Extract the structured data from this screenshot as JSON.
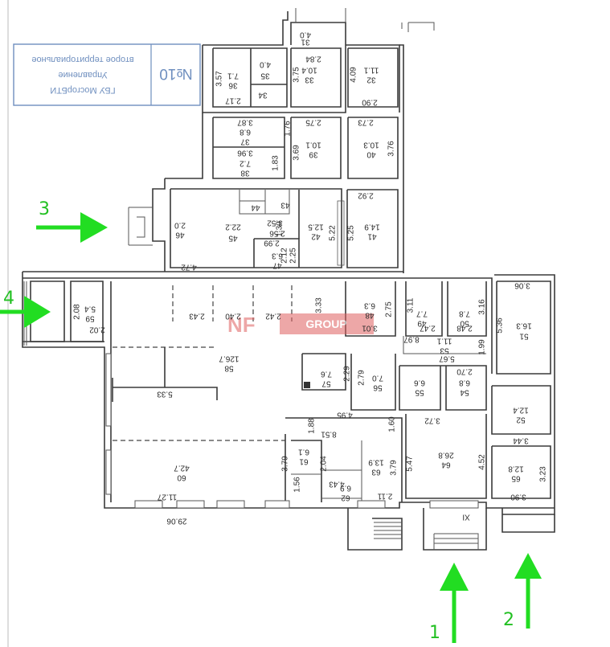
{
  "stamp": {
    "line1": "ГБУ МосгорБТИ",
    "line2": "Управление",
    "line3": "второе территориальное",
    "number": "№10"
  },
  "watermark": {
    "brand": "NF",
    "suffix": "GROUP"
  },
  "entrances": [
    "1",
    "2",
    "3",
    "4"
  ],
  "colors": {
    "arrow": "#22dd22",
    "stamp": "#6f8fbf",
    "watermark": "#e06060",
    "wall": "#3a3a3a"
  },
  "labels": [
    {
      "t": "4.0",
      "r": 180
    },
    {
      "t": "31",
      "r": 180
    },
    {
      "t": "2.84",
      "r": 180
    },
    {
      "t": "10.4",
      "r": 180
    },
    {
      "t": "33",
      "r": 180
    },
    {
      "t": "3.75",
      "r": 270
    },
    {
      "t": "4.09",
      "r": 270
    },
    {
      "t": "11.1",
      "r": 180
    },
    {
      "t": "32",
      "r": 180
    },
    {
      "t": "2.90",
      "r": 180
    },
    {
      "t": "3.57",
      "r": 270
    },
    {
      "t": "7.1",
      "r": 180
    },
    {
      "t": "36",
      "r": 180
    },
    {
      "t": "4.0",
      "r": 180
    },
    {
      "t": "35",
      "r": 180
    },
    {
      "t": "34",
      "r": 180
    },
    {
      "t": "2.17",
      "r": 180
    },
    {
      "t": "3.87",
      "r": 180
    },
    {
      "t": "6.8",
      "r": 180
    },
    {
      "t": "37",
      "r": 180
    },
    {
      "t": "1.76",
      "r": 270
    },
    {
      "t": "2.75",
      "r": 180
    },
    {
      "t": "3.69",
      "r": 270
    },
    {
      "t": "10.1",
      "r": 180
    },
    {
      "t": "39",
      "r": 180
    },
    {
      "t": "2.73",
      "r": 180
    },
    {
      "t": "10.3",
      "r": 180
    },
    {
      "t": "40",
      "r": 180
    },
    {
      "t": "3.76",
      "r": 270
    },
    {
      "t": "3.96",
      "r": 180
    },
    {
      "t": "7.2",
      "r": 180
    },
    {
      "t": "38",
      "r": 180
    },
    {
      "t": "1.83",
      "r": 270
    },
    {
      "t": "43",
      "r": 180
    },
    {
      "t": "44",
      "r": 180
    },
    {
      "t": "3.52",
      "r": 180
    },
    {
      "t": "1.30",
      "r": 270
    },
    {
      "t": "2.0",
      "r": 180
    },
    {
      "t": "46",
      "r": 180
    },
    {
      "t": "22.2",
      "r": 180
    },
    {
      "t": "45",
      "r": 180
    },
    {
      "t": "2.56",
      "r": 180
    },
    {
      "t": "12.5",
      "r": 180
    },
    {
      "t": "42",
      "r": 180
    },
    {
      "t": "5.22",
      "r": 270
    },
    {
      "t": "2.92",
      "r": 180
    },
    {
      "t": "14.9",
      "r": 180
    },
    {
      "t": "41",
      "r": 180
    },
    {
      "t": "5.25",
      "r": 270
    },
    {
      "t": "2.99",
      "r": 180
    },
    {
      "t": "2.12",
      "r": 270
    },
    {
      "t": "2.25",
      "r": 270
    },
    {
      "t": "6.3",
      "r": 180
    },
    {
      "t": "47",
      "r": 180
    },
    {
      "t": "4.72",
      "r": 180
    },
    {
      "t": "3.06",
      "r": 180
    },
    {
      "t": "5.36",
      "r": 270
    },
    {
      "t": "16.3",
      "r": 180
    },
    {
      "t": "51",
      "r": 180
    },
    {
      "t": "2.08",
      "r": 270
    },
    {
      "t": "5.4",
      "r": 180
    },
    {
      "t": "59",
      "r": 180
    },
    {
      "t": "2.02",
      "r": 180
    },
    {
      "t": "2.43",
      "r": 180
    },
    {
      "t": "2.40",
      "r": 180
    },
    {
      "t": "2.42",
      "r": 180
    },
    {
      "t": "3.33",
      "r": 270
    },
    {
      "t": "6.3",
      "r": 180
    },
    {
      "t": "48",
      "r": 180
    },
    {
      "t": "2.75",
      "r": 270
    },
    {
      "t": "3.01",
      "r": 180
    },
    {
      "t": "3.11",
      "r": 270
    },
    {
      "t": "7.7",
      "r": 180
    },
    {
      "t": "49",
      "r": 180
    },
    {
      "t": "7.8",
      "r": 180
    },
    {
      "t": "50",
      "r": 180
    },
    {
      "t": "3.16",
      "r": 270
    },
    {
      "t": "2.47",
      "r": 180
    },
    {
      "t": "2.48",
      "r": 180
    },
    {
      "t": "8.97",
      "r": 180
    },
    {
      "t": "11.1",
      "r": 180
    },
    {
      "t": "53",
      "r": 180
    },
    {
      "t": "1.99",
      "r": 270
    },
    {
      "t": "5.67",
      "r": 180
    },
    {
      "t": "126.7",
      "r": 180
    },
    {
      "t": "58",
      "r": 180
    },
    {
      "t": "7.6",
      "r": 180
    },
    {
      "t": "57",
      "r": 180
    },
    {
      "t": "2.29",
      "r": 270
    },
    {
      "t": "2.79",
      "r": 270
    },
    {
      "t": "7.0",
      "r": 180
    },
    {
      "t": "56",
      "r": 180
    },
    {
      "t": "6.6",
      "r": 180
    },
    {
      "t": "55",
      "r": 180
    },
    {
      "t": "2.70",
      "r": 180
    },
    {
      "t": "6.8",
      "r": 180
    },
    {
      "t": "54",
      "r": 180
    },
    {
      "t": "5.33",
      "r": 180
    },
    {
      "t": "4.95",
      "r": 180
    },
    {
      "t": "12.4",
      "r": 180
    },
    {
      "t": "52",
      "r": 180
    },
    {
      "t": "1.88",
      "r": 270
    },
    {
      "t": "8.51",
      "r": 180
    },
    {
      "t": "1.60",
      "r": 270
    },
    {
      "t": "3.72",
      "r": 180
    },
    {
      "t": "3.44",
      "r": 180
    },
    {
      "t": "6.1",
      "r": 180
    },
    {
      "t": "61",
      "r": 180
    },
    {
      "t": "2.04",
      "r": 270
    },
    {
      "t": "13.9",
      "r": 180
    },
    {
      "t": "63",
      "r": 180
    },
    {
      "t": "3.79",
      "r": 270
    },
    {
      "t": "5.47",
      "r": 270
    },
    {
      "t": "26.8",
      "r": 180
    },
    {
      "t": "64",
      "r": 180
    },
    {
      "t": "4.52",
      "r": 270
    },
    {
      "t": "12.8",
      "r": 180
    },
    {
      "t": "65",
      "r": 180
    },
    {
      "t": "3.23",
      "r": 270
    },
    {
      "t": "42.7",
      "r": 180
    },
    {
      "t": "60",
      "r": 180
    },
    {
      "t": "3.79",
      "r": 270
    },
    {
      "t": "1.56",
      "r": 270
    },
    {
      "t": "4.43",
      "r": 180
    },
    {
      "t": "6.9",
      "r": 180
    },
    {
      "t": "62",
      "r": 180
    },
    {
      "t": "2.11",
      "r": 180
    },
    {
      "t": "11.27",
      "r": 180
    },
    {
      "t": "3.90",
      "r": 180
    },
    {
      "t": "XI",
      "r": 180
    },
    {
      "t": "29.06",
      "r": 180
    }
  ]
}
